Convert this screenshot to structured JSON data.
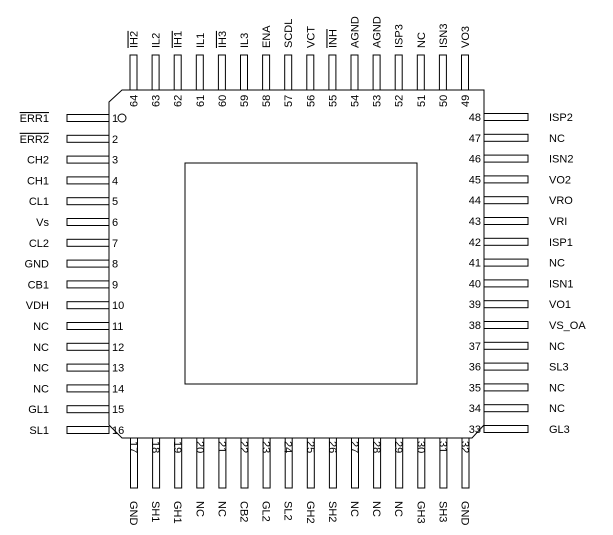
{
  "chip": {
    "left_pins": [
      {
        "num": "1",
        "name": "ERR1",
        "overline": true
      },
      {
        "num": "2",
        "name": "ERR2",
        "overline": true
      },
      {
        "num": "3",
        "name": "CH2"
      },
      {
        "num": "4",
        "name": "CH1"
      },
      {
        "num": "5",
        "name": "CL1"
      },
      {
        "num": "6",
        "name": "Vs"
      },
      {
        "num": "7",
        "name": "CL2"
      },
      {
        "num": "8",
        "name": "GND"
      },
      {
        "num": "9",
        "name": "CB1"
      },
      {
        "num": "10",
        "name": "VDH"
      },
      {
        "num": "11",
        "name": "NC"
      },
      {
        "num": "12",
        "name": "NC"
      },
      {
        "num": "13",
        "name": "NC"
      },
      {
        "num": "14",
        "name": "NC"
      },
      {
        "num": "15",
        "name": "GL1"
      },
      {
        "num": "16",
        "name": "SL1"
      }
    ],
    "bottom_pins": [
      {
        "num": "17",
        "name": "GND"
      },
      {
        "num": "18",
        "name": "SH1"
      },
      {
        "num": "19",
        "name": "GH1"
      },
      {
        "num": "20",
        "name": "NC"
      },
      {
        "num": "21",
        "name": "NC"
      },
      {
        "num": "22",
        "name": "CB2"
      },
      {
        "num": "23",
        "name": "GL2"
      },
      {
        "num": "24",
        "name": "SL2"
      },
      {
        "num": "25",
        "name": "GH2"
      },
      {
        "num": "26",
        "name": "SH2"
      },
      {
        "num": "27",
        "name": "NC"
      },
      {
        "num": "28",
        "name": "NC"
      },
      {
        "num": "29",
        "name": "NC"
      },
      {
        "num": "30",
        "name": "GH3"
      },
      {
        "num": "31",
        "name": "SH3"
      },
      {
        "num": "32",
        "name": "GND"
      }
    ],
    "right_pins": [
      {
        "num": "33",
        "name": "GL3"
      },
      {
        "num": "34",
        "name": "NC"
      },
      {
        "num": "35",
        "name": "NC"
      },
      {
        "num": "36",
        "name": "SL3"
      },
      {
        "num": "37",
        "name": "NC"
      },
      {
        "num": "38",
        "name": "VS_OA"
      },
      {
        "num": "39",
        "name": "VO1"
      },
      {
        "num": "40",
        "name": "ISN1"
      },
      {
        "num": "41",
        "name": "NC"
      },
      {
        "num": "42",
        "name": "ISP1"
      },
      {
        "num": "43",
        "name": "VRI"
      },
      {
        "num": "44",
        "name": "VRO"
      },
      {
        "num": "45",
        "name": "VO2"
      },
      {
        "num": "46",
        "name": "ISN2"
      },
      {
        "num": "47",
        "name": "NC"
      },
      {
        "num": "48",
        "name": "ISP2"
      }
    ],
    "top_pins": [
      {
        "num": "49",
        "name": "VO3"
      },
      {
        "num": "50",
        "name": "ISN3"
      },
      {
        "num": "51",
        "name": "NC"
      },
      {
        "num": "52",
        "name": "ISP3"
      },
      {
        "num": "53",
        "name": "AGND"
      },
      {
        "num": "54",
        "name": "AGND"
      },
      {
        "num": "55",
        "name": "INH",
        "overline": true
      },
      {
        "num": "56",
        "name": "VCT"
      },
      {
        "num": "57",
        "name": "SCDL"
      },
      {
        "num": "58",
        "name": "ENA"
      },
      {
        "num": "59",
        "name": "IL3"
      },
      {
        "num": "60",
        "name": "IH3",
        "overline": true
      },
      {
        "num": "61",
        "name": "IL1"
      },
      {
        "num": "62",
        "name": "IH1",
        "overline": true
      },
      {
        "num": "63",
        "name": "IL2"
      },
      {
        "num": "64",
        "name": "IH2",
        "overline": true
      }
    ]
  }
}
